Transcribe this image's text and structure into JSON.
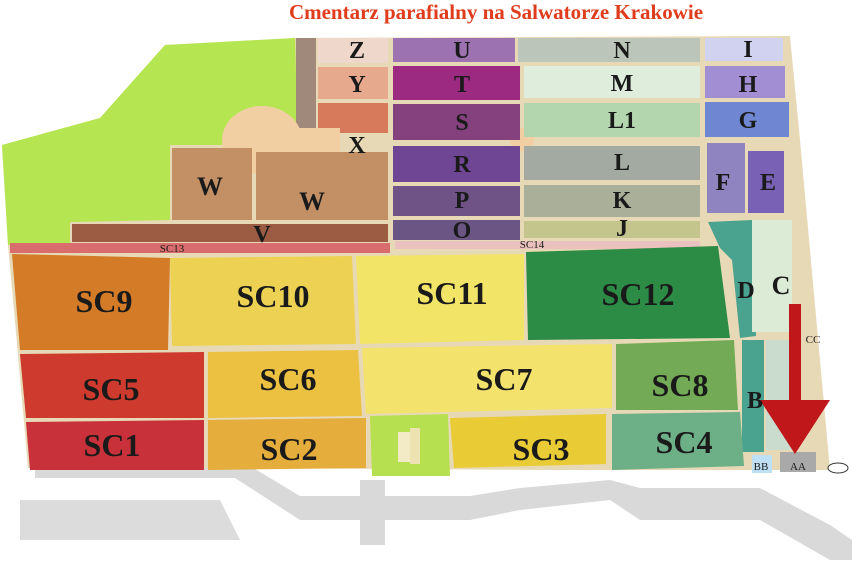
{
  "title": "Cmentarz parafialny na Salwatorze Krakowie",
  "sections": {
    "Z": "Z",
    "Y": "Y",
    "X": "X",
    "U": "U",
    "T": "T",
    "S": "S",
    "R": "R",
    "P": "P",
    "O": "O",
    "N": "N",
    "M": "M",
    "L1": "L1",
    "L": "L",
    "K": "K",
    "J": "J",
    "I": "I",
    "H": "H",
    "G": "G",
    "F": "F",
    "E": "E",
    "W1": "W",
    "W2": "W",
    "V": "V",
    "D": "D",
    "C": "C",
    "B": "B",
    "CC": "CC",
    "BB": "BB",
    "AA": "AA",
    "SC1": "SC1",
    "SC2": "SC2",
    "SC3": "SC3",
    "SC4": "SC4",
    "SC5": "SC5",
    "SC6": "SC6",
    "SC7": "SC7",
    "SC8": "SC8",
    "SC9": "SC9",
    "SC10": "SC10",
    "SC11": "SC11",
    "SC12": "SC12",
    "SC13": "SC13",
    "SC14": "SC14"
  },
  "colors": {
    "title": "#e03c1c",
    "green_field": "#b5e550",
    "arrow": "#c0171b",
    "path": "#e8d9b6"
  }
}
